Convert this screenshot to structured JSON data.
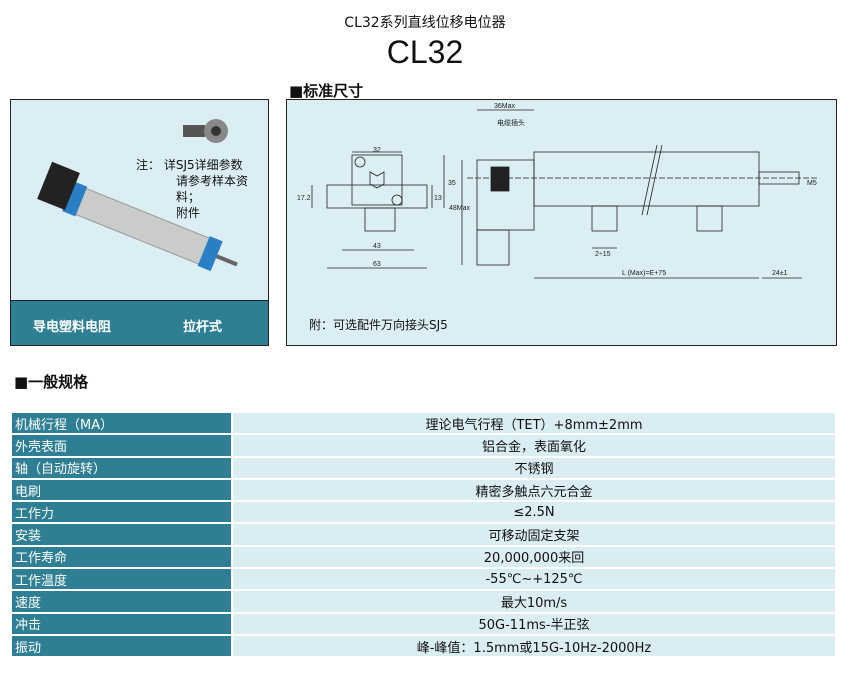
{
  "header": {
    "subtitle": "CL32系列直线位移电位器",
    "title": "CL32"
  },
  "sections": {
    "dimensions": "■标准尺寸",
    "specs": "■一般规格"
  },
  "product_panel": {
    "note_prefix": "注：",
    "note_lines": [
      "详SJ5详细参数",
      "请参考样本资料；",
      "附件"
    ],
    "label_left": "导电塑料电阻",
    "label_right": "拉杆式"
  },
  "drawing": {
    "dims": {
      "w32": "32",
      "h35": "35",
      "h17": "17.2",
      "h13": "13",
      "w43": "43",
      "w63": "63",
      "w36": "36Max",
      "h48": "48Max",
      "connector": "电缆插头",
      "s2": "2÷15",
      "L": "L (Max)=E+75",
      "e24": "24±1",
      "m5": "M5"
    },
    "footnote": "附：可选配件万向接头SJ5"
  },
  "specs": [
    {
      "k": "机械行程（MA）",
      "v": "理论电气行程（TET）+8mm±2mm"
    },
    {
      "k": "外壳表面",
      "v": "铝合金，表面氧化"
    },
    {
      "k": "轴（自动旋转）",
      "v": "不锈钢"
    },
    {
      "k": "电刷",
      "v": "精密多触点六元合金"
    },
    {
      "k": "工作力",
      "v": "≤2.5N"
    },
    {
      "k": "安装",
      "v": "可移动固定支架"
    },
    {
      "k": "工作寿命",
      "v": "20,000,000来回"
    },
    {
      "k": "工作温度",
      "v": "-55℃~+125℃"
    },
    {
      "k": "速度",
      "v": "最大10m/s"
    },
    {
      "k": "冲击",
      "v": "50G-11ms-半正弦"
    },
    {
      "k": "振动",
      "v": "峰-峰值：1.5mm或15G-10Hz-2000Hz"
    }
  ],
  "colors": {
    "teal": "#2e7f93",
    "light": "#daedf3"
  }
}
